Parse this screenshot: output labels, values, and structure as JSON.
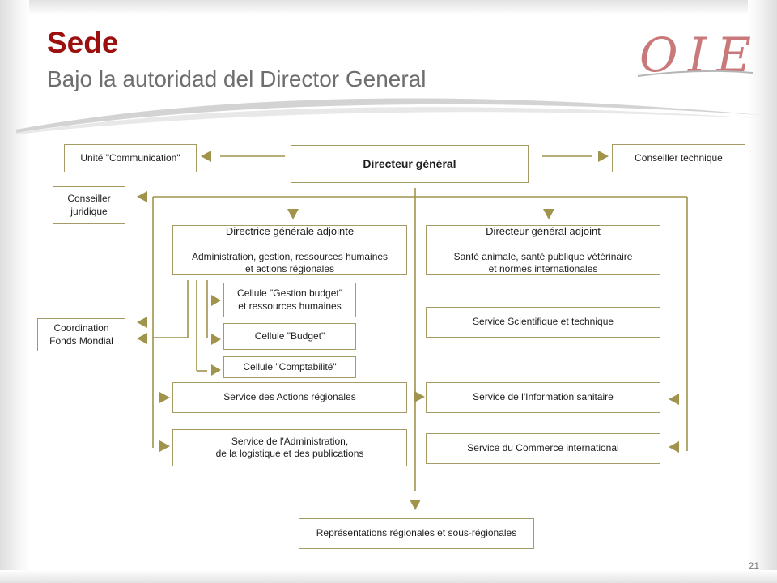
{
  "header": {
    "title": "Sede",
    "subtitle": "Bajo la autoridad del Director General"
  },
  "logo": {
    "text": "OIE",
    "color": "#c97979"
  },
  "footer": {
    "page_number": "21"
  },
  "colors": {
    "title": "#9b0f0f",
    "connector": "#a0934c",
    "box_border": "#a59a63"
  },
  "org_chart": {
    "director_general": "Directeur général",
    "communication": "Unité \"Communication\"",
    "technical_advisor": "Conseiller technique",
    "legal_advisor": "Conseiller\njuridique",
    "world_fund": "Coordination\nFonds Mondial",
    "deputy_admin": {
      "title": "Directrice générale adjointe",
      "subtitle": "Administration, gestion, ressources humaines\net actions régionales"
    },
    "deputy_health": {
      "title": "Directeur général adjoint",
      "subtitle": "Santé animale, santé publique vétérinaire\net normes internationales"
    },
    "cell_budget_hr": "Cellule \"Gestion budget\"\net ressources humaines",
    "cell_budget": "Cellule \"Budget\"",
    "cell_accounting": "Cellule \"Comptabilité\"",
    "regional_actions": "Service des Actions régionales",
    "administration": "Service de l'Administration,\nde la logistique et des publications",
    "scientific": "Service Scientifique et technique",
    "health_info": "Service de l'Information sanitaire",
    "trade": "Service du Commerce international",
    "representations": "Représentations régionales et sous-régionales"
  }
}
